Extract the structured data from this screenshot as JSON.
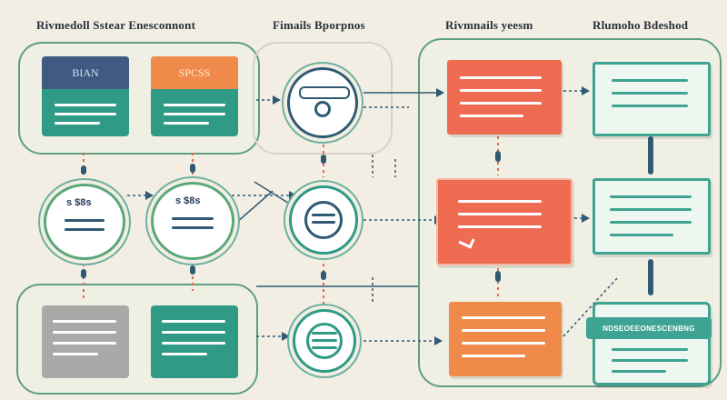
{
  "headers": {
    "h1": "Rivmedoll Sstear Enesconnont",
    "h2": "Fimails Bporpnos",
    "h3": "Rivmnails yeesm",
    "h4": "Rlumoho Bdeshod"
  },
  "left_cards": {
    "card1_label": "BIAN",
    "card2_label": "SPCSS"
  },
  "circles": {
    "c1_label": "s $8s",
    "c2_label": "s $8s"
  },
  "banner": {
    "label": "NDSEOEEONESCENBNG"
  },
  "colors": {
    "teal": "#2f9a86",
    "navy": "#3f5b82",
    "orange": "#f08a4b",
    "coral": "#ef6c52",
    "panel": "#5f9e84"
  }
}
